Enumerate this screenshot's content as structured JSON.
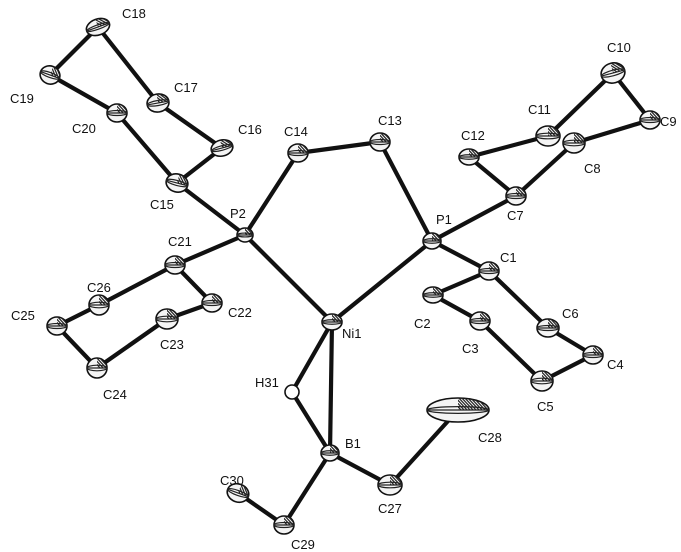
{
  "atoms": [
    {
      "id": "C18",
      "label": "C18",
      "kind": "c"
    },
    {
      "id": "C17",
      "label": "C17",
      "kind": "c"
    },
    {
      "id": "C19",
      "label": "C19",
      "kind": "c"
    },
    {
      "id": "C20",
      "label": "C20",
      "kind": "c"
    },
    {
      "id": "C16",
      "label": "C16",
      "kind": "c"
    },
    {
      "id": "C15",
      "label": "C15",
      "kind": "c"
    },
    {
      "id": "C14",
      "label": "C14",
      "kind": "c"
    },
    {
      "id": "C13",
      "label": "C13",
      "kind": "c"
    },
    {
      "id": "P2",
      "label": "P2",
      "kind": "p"
    },
    {
      "id": "P1",
      "label": "P1",
      "kind": "p"
    },
    {
      "id": "C21",
      "label": "C21",
      "kind": "c"
    },
    {
      "id": "C26",
      "label": "C26",
      "kind": "c"
    },
    {
      "id": "C22",
      "label": "C22",
      "kind": "c"
    },
    {
      "id": "C25",
      "label": "C25",
      "kind": "c"
    },
    {
      "id": "C23",
      "label": "C23",
      "kind": "c"
    },
    {
      "id": "C24",
      "label": "C24",
      "kind": "c"
    },
    {
      "id": "Ni1",
      "label": "Ni1",
      "kind": "ni"
    },
    {
      "id": "H31",
      "label": "H31",
      "kind": "h"
    },
    {
      "id": "B1",
      "label": "B1",
      "kind": "b"
    },
    {
      "id": "C30",
      "label": "C30",
      "kind": "c"
    },
    {
      "id": "C29",
      "label": "C29",
      "kind": "c"
    },
    {
      "id": "C27",
      "label": "C27",
      "kind": "c"
    },
    {
      "id": "C28",
      "label": "C28",
      "kind": "c"
    },
    {
      "id": "C10",
      "label": "C10",
      "kind": "c"
    },
    {
      "id": "C11",
      "label": "C11",
      "kind": "c"
    },
    {
      "id": "C9",
      "label": "C9",
      "kind": "c"
    },
    {
      "id": "C12",
      "label": "C12",
      "kind": "c"
    },
    {
      "id": "C8",
      "label": "C8",
      "kind": "c"
    },
    {
      "id": "C7",
      "label": "C7",
      "kind": "c"
    },
    {
      "id": "C1",
      "label": "C1",
      "kind": "c"
    },
    {
      "id": "C2",
      "label": "C2",
      "kind": "c"
    },
    {
      "id": "C6",
      "label": "C6",
      "kind": "c"
    },
    {
      "id": "C3",
      "label": "C3",
      "kind": "c"
    },
    {
      "id": "C4",
      "label": "C4",
      "kind": "c"
    },
    {
      "id": "C5",
      "label": "C5",
      "kind": "c"
    }
  ],
  "bonds": [
    [
      "C18",
      "C19"
    ],
    [
      "C18",
      "C17"
    ],
    [
      "C19",
      "C20"
    ],
    [
      "C17",
      "C16"
    ],
    [
      "C20",
      "C15"
    ],
    [
      "C16",
      "C15"
    ],
    [
      "C15",
      "P2"
    ],
    [
      "P2",
      "C14"
    ],
    [
      "C14",
      "C13"
    ],
    [
      "C13",
      "P1"
    ],
    [
      "P2",
      "C21"
    ],
    [
      "C21",
      "C26"
    ],
    [
      "C21",
      "C22"
    ],
    [
      "C26",
      "C25"
    ],
    [
      "C22",
      "C23"
    ],
    [
      "C25",
      "C24"
    ],
    [
      "C23",
      "C24"
    ],
    [
      "P2",
      "Ni1"
    ],
    [
      "P1",
      "Ni1"
    ],
    [
      "Ni1",
      "H31"
    ],
    [
      "Ni1",
      "B1"
    ],
    [
      "H31",
      "B1"
    ],
    [
      "B1",
      "C29"
    ],
    [
      "C29",
      "C30"
    ],
    [
      "B1",
      "C27"
    ],
    [
      "C27",
      "C28"
    ],
    [
      "P1",
      "C7"
    ],
    [
      "C7",
      "C12"
    ],
    [
      "C7",
      "C8"
    ],
    [
      "C12",
      "C11"
    ],
    [
      "C8",
      "C9"
    ],
    [
      "C11",
      "C10"
    ],
    [
      "C10",
      "C9"
    ],
    [
      "P1",
      "C1"
    ],
    [
      "C1",
      "C2"
    ],
    [
      "C1",
      "C6"
    ],
    [
      "C2",
      "C3"
    ],
    [
      "C6",
      "C4"
    ],
    [
      "C3",
      "C5"
    ],
    [
      "C4",
      "C5"
    ]
  ]
}
